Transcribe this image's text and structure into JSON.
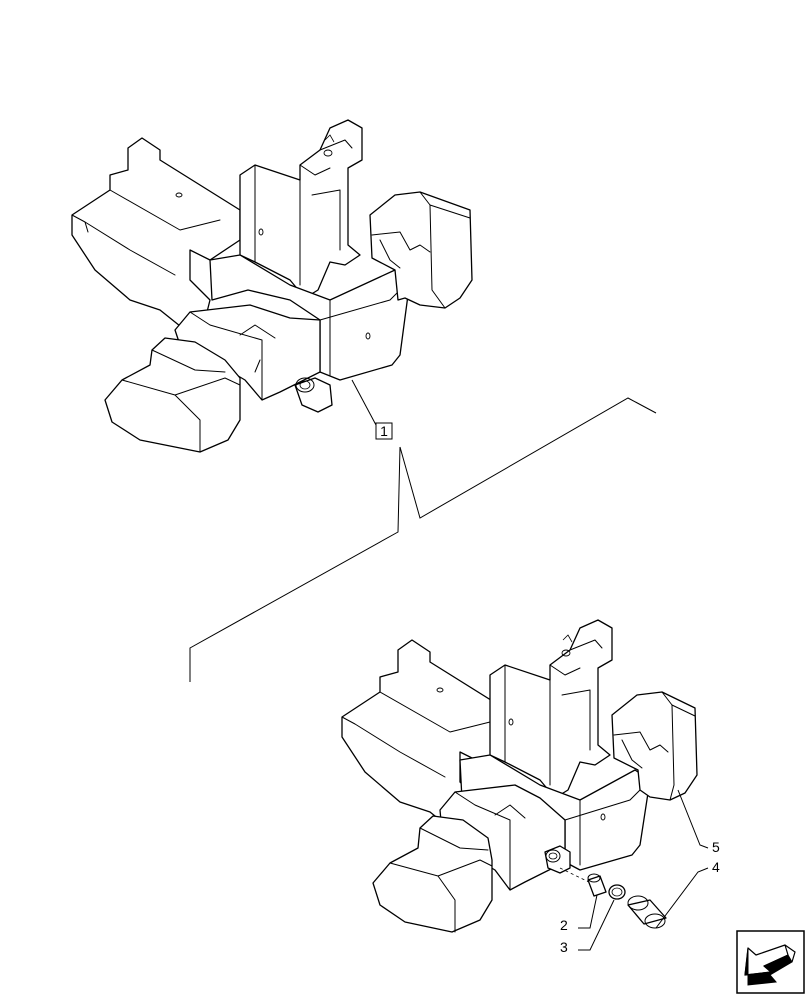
{
  "callouts": {
    "assembly": "1",
    "item_2": "2",
    "item_3": "3",
    "item_4": "4",
    "item_5": "5"
  },
  "icons": {
    "nav": "next-page-arrow-icon"
  },
  "colors": {
    "line": "#000000",
    "background": "#ffffff"
  }
}
